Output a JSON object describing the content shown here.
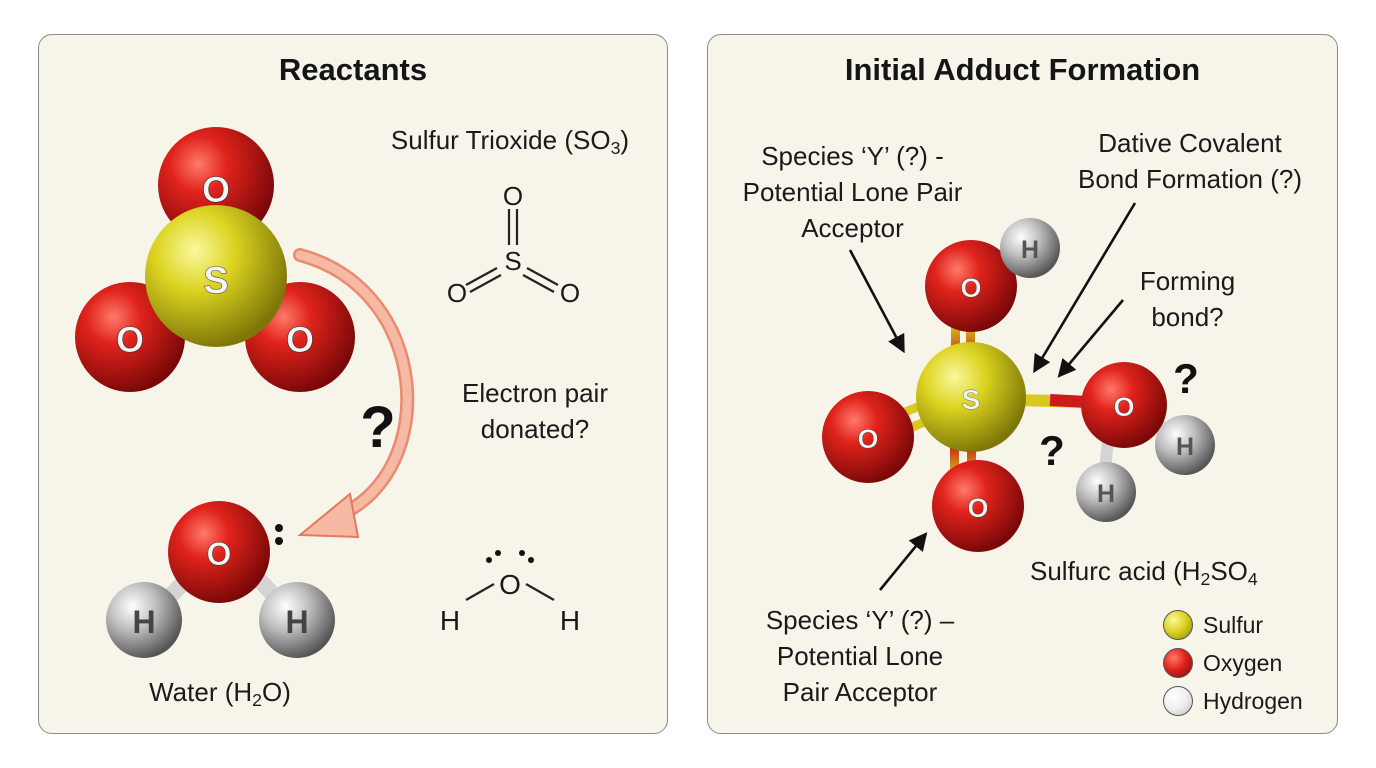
{
  "panels": {
    "left": {
      "title": "Reactants",
      "so3_label": "Sulfur Trioxide (SO",
      "so3_sub": "3",
      "so3_close": ")",
      "electron_label_line1": "Electron pair",
      "electron_label_line2": "donated?",
      "question_mark": "?",
      "water_label_prefix": "Water (H",
      "water_sub": "2",
      "water_label_suffix": "O)",
      "atoms": {
        "sulfur": "S",
        "oxygen": "O",
        "hydrogen": "H"
      }
    },
    "right": {
      "title": "Initial Adduct Formation",
      "species_top_line1": "Species ‘Y’ (?) -",
      "species_top_line2": "Potential Lone Pair",
      "species_top_line3": "Acceptor",
      "dative_line1": "Dative Covalent",
      "dative_line2": "Bond Formation (?)",
      "forming_line1": "Forming",
      "forming_line2": "bond?",
      "species_bottom_line1": "Species ‘Y’ (?) –",
      "species_bottom_line2": "Potential Lone",
      "species_bottom_line3": "Pair Acceptor",
      "sulfuric_prefix": "Sulfurc acid (H",
      "sulfuric_sub1": "2",
      "sulfuric_mid": "SO",
      "sulfuric_sub2": "4",
      "question_mark": "?"
    }
  },
  "legend": [
    {
      "label": "Sulfur",
      "color": "#d8d21a"
    },
    {
      "label": "Oxygen",
      "color": "#d01a18"
    },
    {
      "label": "Hydrogen",
      "color": "#f2f2f2"
    }
  ],
  "colors": {
    "sulfur": "#d8d21a",
    "oxygen": "#d01a18",
    "hydrogen": "#bdbdbd",
    "arrow": "#f0a88e"
  }
}
